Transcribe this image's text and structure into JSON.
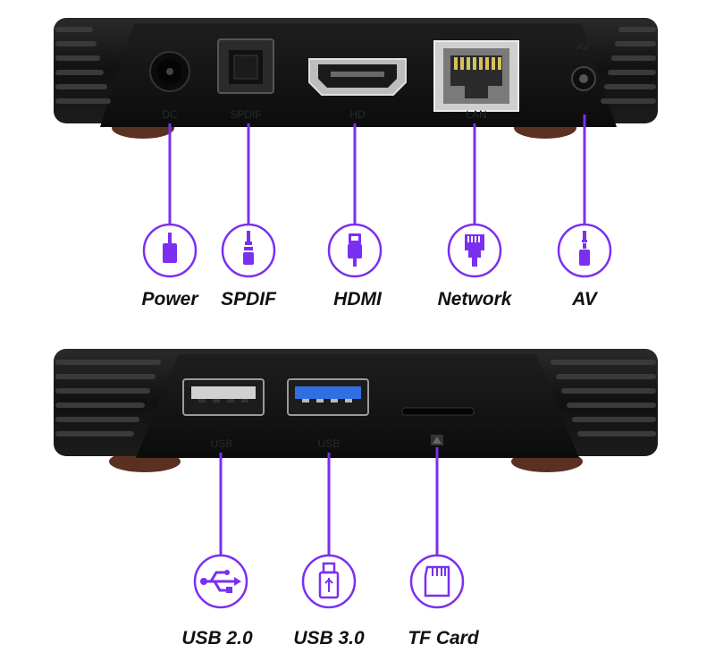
{
  "top_box": {
    "ports": [
      {
        "id": "dc",
        "marking": "DC",
        "label": "Power",
        "icon": "power-plug-icon"
      },
      {
        "id": "spdif",
        "marking": "SPDIF",
        "label": "SPDIF",
        "icon": "audio-jack-icon"
      },
      {
        "id": "hd",
        "marking": "HD",
        "label": "HDMI",
        "icon": "hdmi-cable-icon"
      },
      {
        "id": "lan",
        "marking": "LAN",
        "label": "Network",
        "icon": "ethernet-plug-icon"
      },
      {
        "id": "av",
        "marking": "AV",
        "label": "AV",
        "icon": "av-jack-icon"
      }
    ]
  },
  "bottom_box": {
    "ports": [
      {
        "id": "usb2",
        "marking": "USB",
        "label": "USB 2.0",
        "icon": "usb-symbol-icon"
      },
      {
        "id": "usb3",
        "marking": "USB",
        "label": "USB 3.0",
        "icon": "usb-stick-icon"
      },
      {
        "id": "tf",
        "marking": "",
        "label": "TF Card",
        "icon": "sd-card-icon"
      }
    ]
  },
  "colors": {
    "accent": "#7b2ff0",
    "box": "#141414",
    "box_edge": "#2c2c2c",
    "base": "#6a3b26"
  }
}
